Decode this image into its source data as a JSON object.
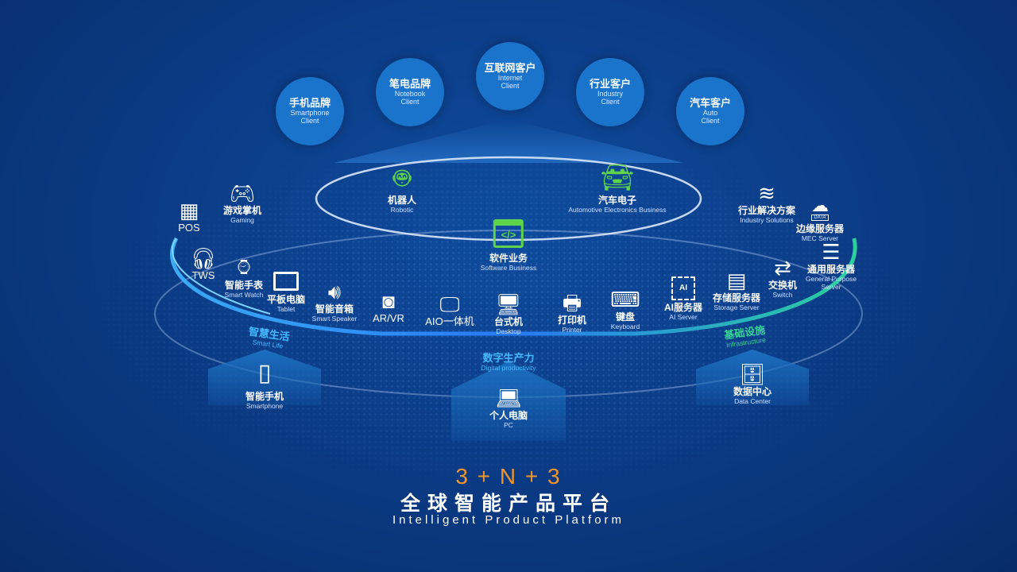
{
  "clients": [
    {
      "cn": "手机品牌",
      "en1": "Smartphone",
      "en2": "Client"
    },
    {
      "cn": "笔电品牌",
      "en1": "Notebook",
      "en2": "Client"
    },
    {
      "cn": "互联网客户",
      "en1": "Internet",
      "en2": "Client"
    },
    {
      "cn": "行业客户",
      "en1": "Industry",
      "en2": "Client"
    },
    {
      "cn": "汽车客户",
      "en1": "Auto",
      "en2": "Client"
    }
  ],
  "top": {
    "robot": {
      "cn": "机器人",
      "en": "Robotic"
    },
    "auto": {
      "cn": "汽车电子",
      "en": "Automotive Electronics Business"
    },
    "software": {
      "cn": "软件业务",
      "en": "Software Business"
    }
  },
  "devices": {
    "pos": {
      "cn": "POS"
    },
    "gaming": {
      "cn": "游戏掌机",
      "en": "Gaming"
    },
    "tws": {
      "cn": "TWS"
    },
    "watch": {
      "cn": "智能手表",
      "en": "Smart Watch"
    },
    "tablet": {
      "cn": "平板电脑",
      "en": "Tablet"
    },
    "speaker": {
      "cn": "智能音箱",
      "en": "Smart Speaker"
    },
    "arvr": {
      "cn": "AR/VR"
    },
    "aio": {
      "cn": "AIO一体机"
    },
    "desktop": {
      "cn": "台式机",
      "en": "Desktop"
    },
    "printer": {
      "cn": "打印机",
      "en": "Printer"
    },
    "keyboard": {
      "cn": "键盘",
      "en": "Keyboard"
    },
    "aiserver": {
      "cn": "AI服务器",
      "en": "AI Server"
    },
    "storage": {
      "cn": "存储服务器",
      "en": "Storage Server"
    },
    "switch": {
      "cn": "交换机",
      "en": "Switch"
    },
    "general": {
      "cn": "通用服务器",
      "en1": "General Purpose",
      "en2": "Server"
    },
    "mec": {
      "cn": "边缘服务器",
      "en": "MEC Server",
      "badge": "DATA"
    },
    "solutions": {
      "cn": "行业解决方案",
      "en": "Industry Solutions"
    }
  },
  "categories": {
    "life": {
      "cn": "智慧生活",
      "en": "Smart Life"
    },
    "digital": {
      "cn": "数字生产力",
      "en": "Digital productivity"
    },
    "infra": {
      "cn": "基础设施",
      "en": "Infrastructure"
    }
  },
  "pillars": {
    "phone": {
      "cn": "智能手机",
      "en": "Smartphone"
    },
    "pc": {
      "cn": "个人电脑",
      "en": "PC"
    },
    "dc": {
      "cn": "数据中心",
      "en": "Data Center"
    }
  },
  "title": {
    "formula": "3 + N + 3",
    "cn": "全球智能产品平台",
    "en": "Intelligent Product Platform"
  },
  "colors": {
    "accent": "#f0952a",
    "green": "#5fd34a",
    "blue": "#1a74cc"
  }
}
